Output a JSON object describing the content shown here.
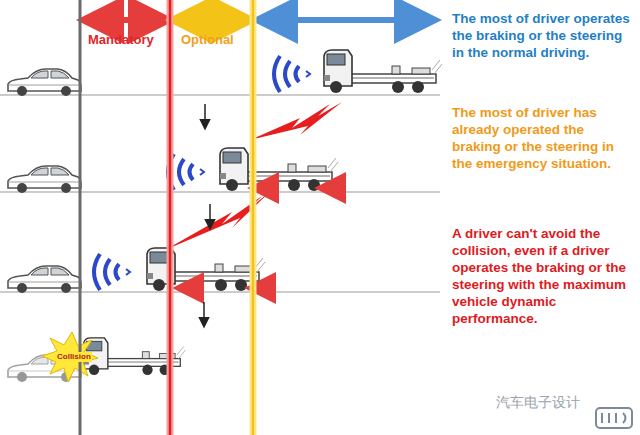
{
  "diagram": {
    "labels": [
      "Mandatory",
      "Optional",
      "The most of driver operates the braking or the steering in the normal driving.",
      "The most of driver has already operated the braking or the steering in the emergency situation.",
      "A driver can't avoid the collision, even if a driver operates the braking or the steering with the maximum vehicle dynamic performance.",
      "Collision",
      "汽车电子设计"
    ]
  }
}
